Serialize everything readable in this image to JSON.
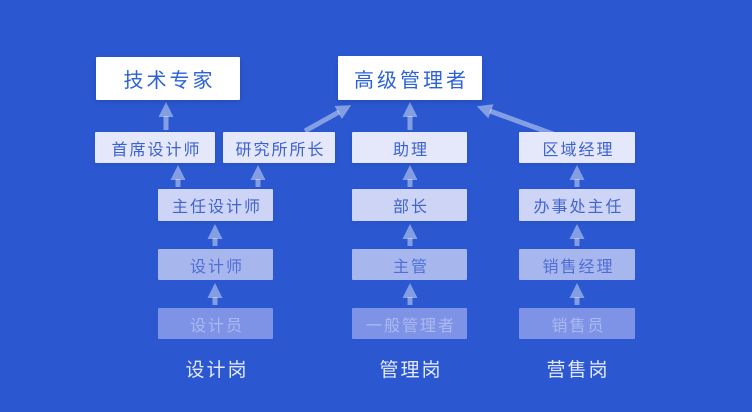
{
  "diagram_type": "career-path-org-chart",
  "colors": {
    "background": "#2b58d1",
    "top_box_bg": "#ffffff",
    "top_box_text": "#2c62d9",
    "level2_bg": "#e5e7fa",
    "level3_bg": "#cdd4f5",
    "level4_bg": "#a8b6ee",
    "level5_bg": "#7e93e6",
    "arrow": "rgba(255,255,255,0.42)",
    "footer_text": "#e3e9fc"
  },
  "top_row": [
    {
      "id": "tech-expert",
      "label": "技术专家"
    },
    {
      "id": "senior-manager",
      "label": "高级管理者"
    }
  ],
  "columns": [
    {
      "id": "design",
      "footer_label": "设计岗",
      "boxes": [
        {
          "level": 2,
          "label": "首席设计师"
        },
        {
          "level": 2,
          "label": "研究所所长"
        },
        {
          "level": 3,
          "label": "主任设计师"
        },
        {
          "level": 4,
          "label": "设计师"
        },
        {
          "level": 5,
          "label": "设计员"
        }
      ]
    },
    {
      "id": "management",
      "footer_label": "管理岗",
      "boxes": [
        {
          "level": 2,
          "label": "助理"
        },
        {
          "level": 3,
          "label": "部长"
        },
        {
          "level": 4,
          "label": "主管"
        },
        {
          "level": 5,
          "label": "一般管理者"
        }
      ]
    },
    {
      "id": "sales",
      "footer_label": "营售岗",
      "boxes": [
        {
          "level": 2,
          "label": "区域经理"
        },
        {
          "level": 3,
          "label": "办事处主任"
        },
        {
          "level": 4,
          "label": "销售经理"
        },
        {
          "level": 5,
          "label": "销售员"
        }
      ]
    }
  ]
}
